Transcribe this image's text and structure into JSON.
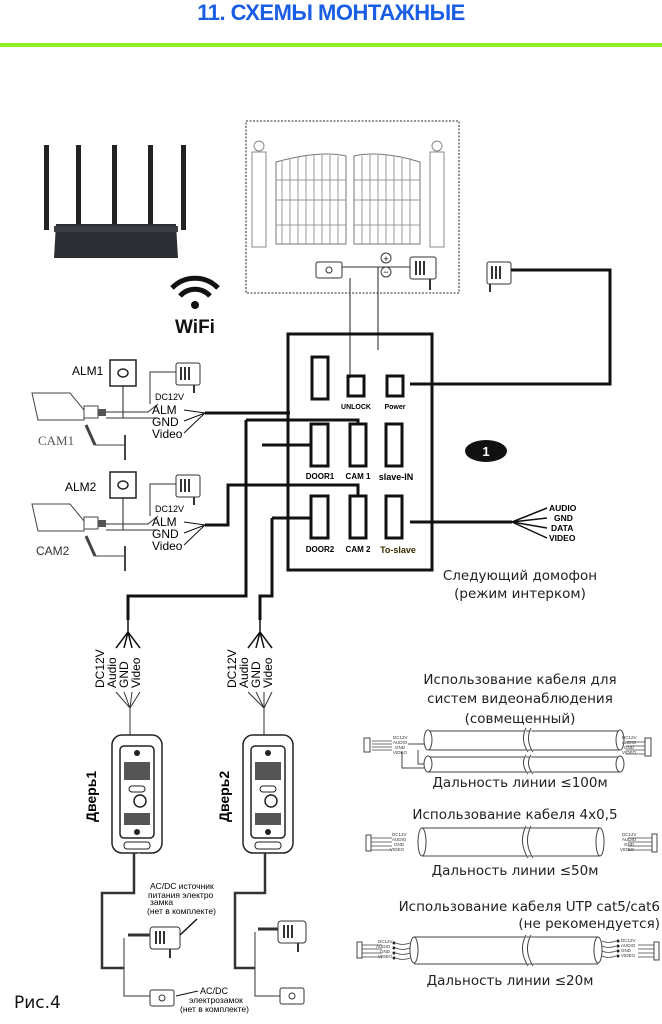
{
  "header": {
    "title": "11. СХЕМЫ МОНТАЖНЫЕ",
    "accent_color": "#1a5ee6",
    "rule_color": "#8cf021"
  },
  "figure_label": "Рис.4",
  "router": {
    "wifi_label": "WiFi"
  },
  "cameras": [
    {
      "name": "CAM1",
      "alarm": "ALM1",
      "wires": [
        "DC12V",
        "ALM",
        "GND",
        "Video"
      ]
    },
    {
      "name": "CAM2",
      "alarm": "ALM2",
      "wires": [
        "DC12V",
        "ALM",
        "GND",
        "Video"
      ]
    }
  ],
  "monitor": {
    "badge": "1",
    "ports": {
      "unlock": "UNLOCK",
      "power": "Power",
      "door1": "DOOR1",
      "cam1": "CAM 1",
      "slave_in": "slave-IN",
      "door2": "DOOR2",
      "cam2": "CAM 2",
      "to_slave": "To-slave"
    },
    "slave_wires": [
      "AUDIO",
      "GND",
      "DATA",
      "VIDEO"
    ],
    "next_intercom": [
      "Следующий домофон",
      "(режим интерком)"
    ]
  },
  "gate": {
    "plus": "+",
    "minus": "−"
  },
  "doors": [
    {
      "name": "Дверь1",
      "wires": [
        "DC12V",
        "Audio",
        "GND",
        "Video"
      ]
    },
    {
      "name": "Дверь2",
      "wires": [
        "DC12V",
        "Audio",
        "GND",
        "Video"
      ]
    }
  ],
  "lock_power_note": [
    "AC/DC источник",
    "питания электро",
    "замка",
    "(нет в комплекте)"
  ],
  "lock_note": [
    "AC/DC",
    "электрозамок",
    "(нет в комплекте)"
  ],
  "cable_wire_labels": [
    "DC12V",
    "AUDIO",
    "GND",
    "VIDEO"
  ],
  "cables": [
    {
      "title": [
        "Использование кабеля для",
        "систем видеонаблюдения",
        "(совмещенный)"
      ],
      "distance": "Дальность линии ≤100м"
    },
    {
      "title": [
        "Использование кабеля 4x0,5"
      ],
      "distance": "Дальность линии ≤50м"
    },
    {
      "title": [
        "Использование кабеля UTP cat5/cat6",
        "(не рекомендуется)"
      ],
      "distance": "Дальность линии ≤20м"
    }
  ]
}
